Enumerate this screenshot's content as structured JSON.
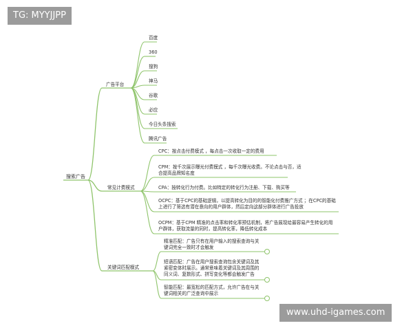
{
  "watermark_top": "TG: MYYJJPP",
  "watermark_bottom": "www.uhd-igames.com",
  "root": "搜索广告",
  "branches": [
    {
      "label": "广告平台",
      "items": [
        "百度",
        "360",
        "搜狗",
        "神马",
        "谷歌",
        "必应",
        "今日头条搜索",
        "腾讯广告"
      ]
    },
    {
      "label": "常见计费模式",
      "items": [
        [
          "CPC：按点击付费模式 ，每点击一次收取一定的费用"
        ],
        [
          "CPM：按千次展示曝光付费模式 ，每千次曝光收费。不论点击与否，适",
          "合提高品牌知名度"
        ],
        [
          "CPA：按转化行为付费。比如特定的转化行为注册、下载、购买等"
        ],
        [
          "OCPC：基于CPC的基础逻辑，以提高转化为目的的智能化付费推广方式 ；在CPC的基础",
          "上进行了筛选有潜在意向的用户群体，然后定向这部分群体进行广告投放"
        ],
        [
          "OCPM：基于CPM 精准的点击率和转化率预估机制，将广告展现给最容易产生转化的用",
          "户群体，获取流量的同时，提高转化率，降低转化成本"
        ]
      ]
    },
    {
      "label": "关键词匹配模式",
      "items": [
        [
          "精准匹配：广告只有在用户输入的搜索查询与关",
          "键词完全一致时才会触发"
        ],
        [
          "短语匹配：广告在用户搜索查询包含关键词及其",
          "紧密变体时展示。通常意味着关键词及其周围的",
          "同义词、复数形式、拼写变化等都会触发广告"
        ],
        [
          "智能匹配：最宽松的匹配方式，允许广告在与关",
          "键词相关的广泛查询中展示"
        ]
      ]
    }
  ],
  "colors": {
    "line": "#8ec46a",
    "badge_bg": "#9b9b9b",
    "text": "#333333"
  }
}
